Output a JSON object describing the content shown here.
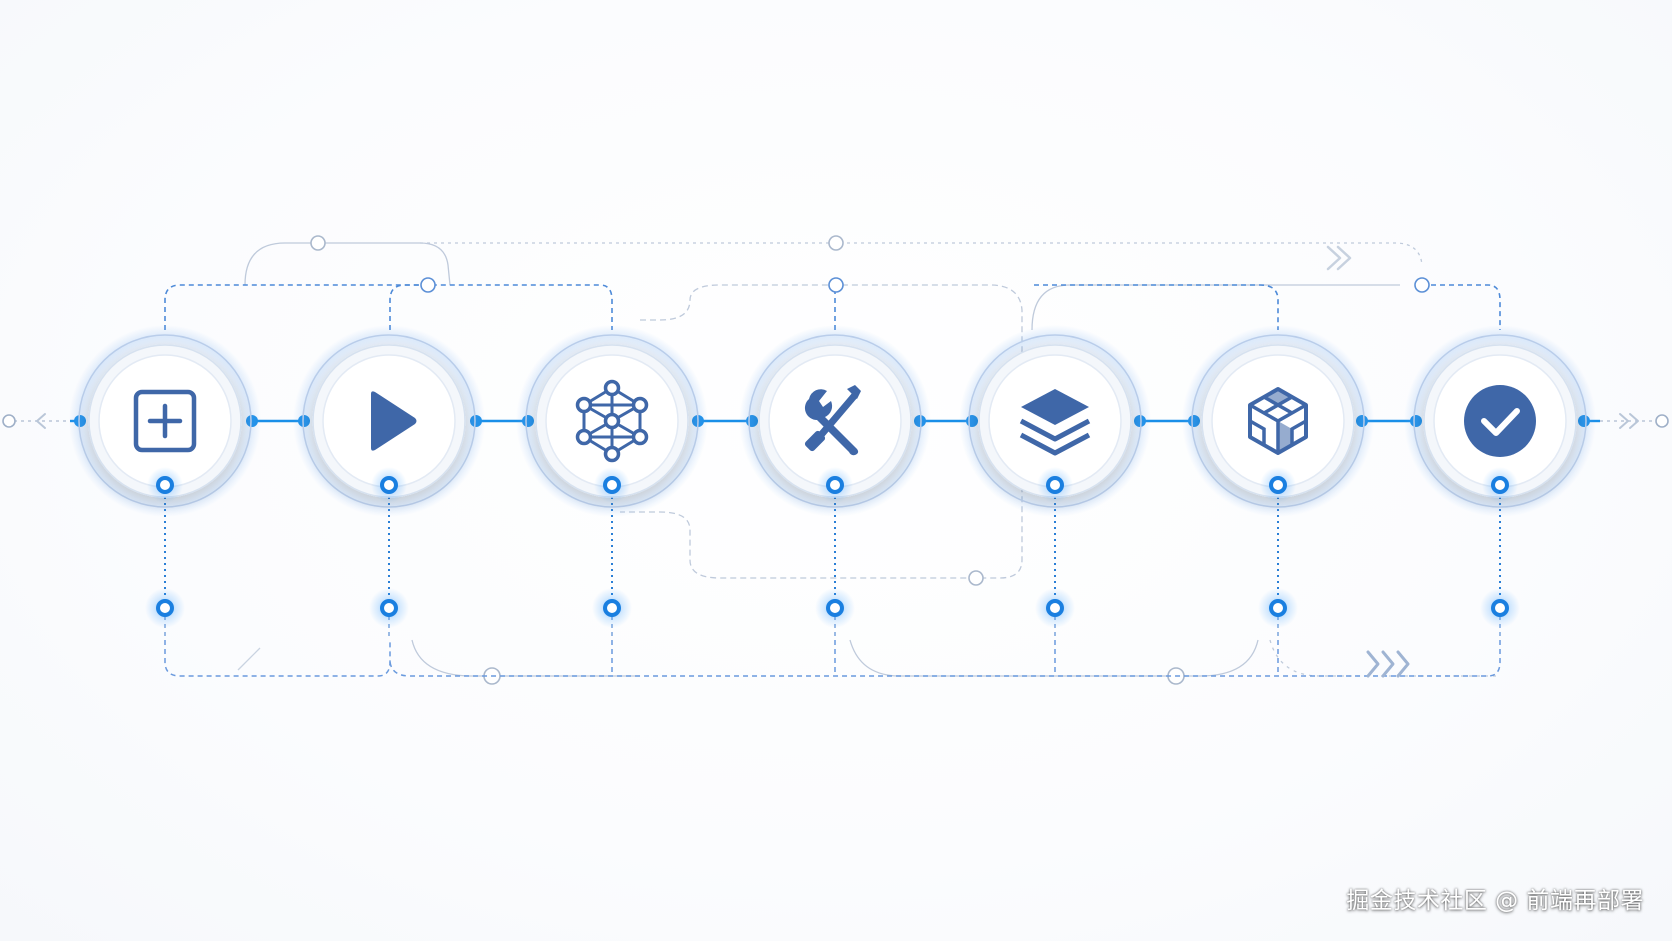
{
  "colors": {
    "icon": "#3f67a8",
    "icon_dark": "#2f5594",
    "connector_solid": "#1a8fe8",
    "connector_dashed": "#5b8fd6",
    "route_light": "#b9c6d8",
    "node_glow": "#1e90ff",
    "ring": "#b9cdea"
  },
  "steps": [
    {
      "id": "step-1",
      "icon": "plus-square-icon"
    },
    {
      "id": "step-2",
      "icon": "play-icon"
    },
    {
      "id": "step-3",
      "icon": "network-icon"
    },
    {
      "id": "step-4",
      "icon": "wrench-screwdriver-icon"
    },
    {
      "id": "step-5",
      "icon": "layers-icon"
    },
    {
      "id": "step-6",
      "icon": "cubes-icon"
    },
    {
      "id": "step-7",
      "icon": "check-circle-icon"
    }
  ],
  "watermark": {
    "text": "掘金技术社区 @ 前端再部署"
  }
}
